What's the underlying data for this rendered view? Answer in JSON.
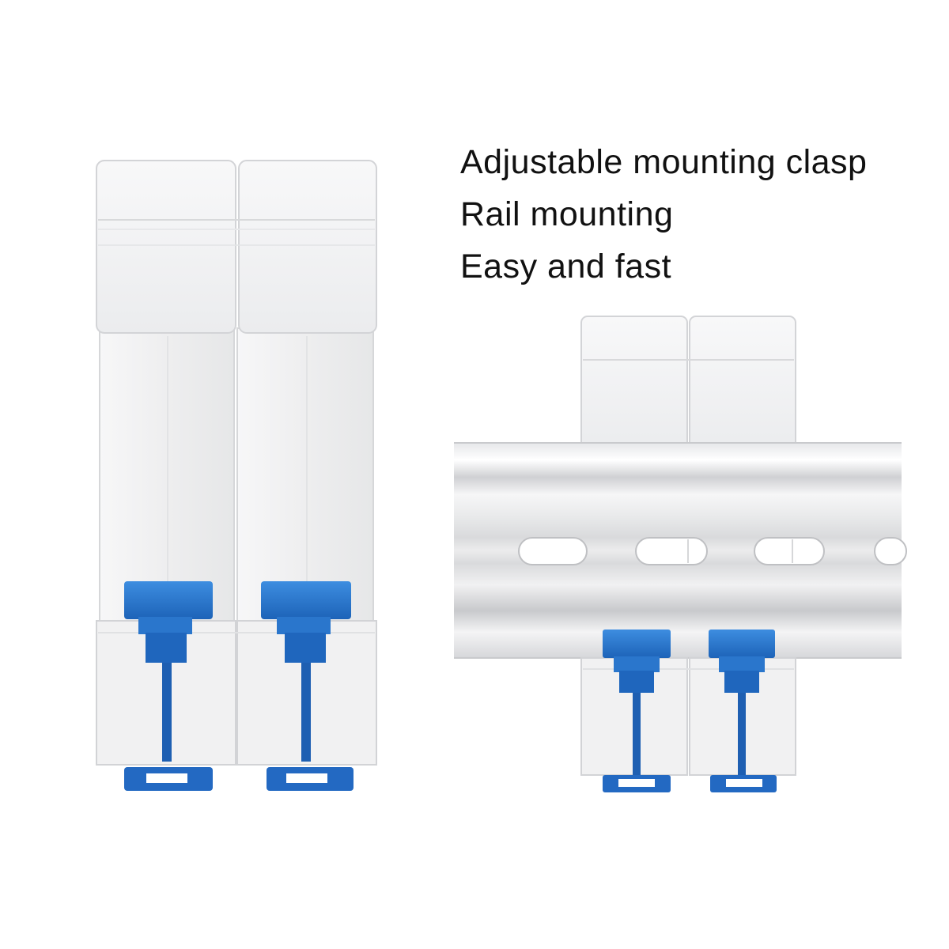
{
  "features": [
    "Adjustable mounting clasp",
    "Rail mounting",
    "Easy and fast"
  ],
  "colors": {
    "background": "#ffffff",
    "body_white": "#f2f2f3",
    "body_shade": "#e3e4e6",
    "edge": "#cfd1d4",
    "clasp_blue": "#2f7fd4",
    "clasp_blue_dark": "#1a5fb4",
    "rail_light": "#f4f4f5",
    "rail_shadow": "#c9cacd",
    "text": "#111111"
  },
  "icons": {
    "breaker": "two-pole-breaker",
    "clasp": "din-rail-clasp",
    "rail": "din-rail"
  }
}
